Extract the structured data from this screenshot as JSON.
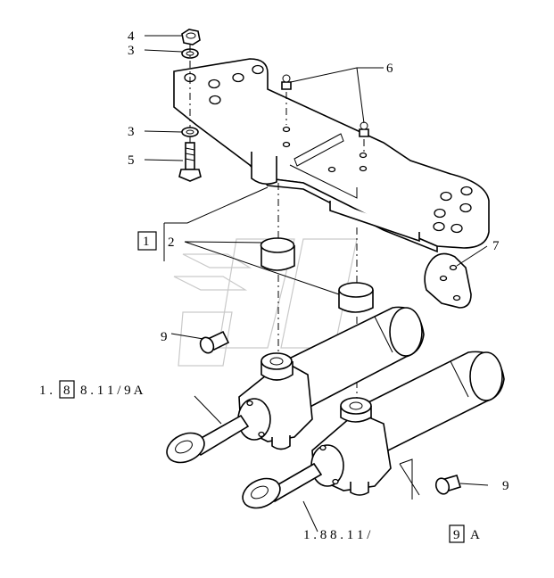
{
  "callouts": {
    "c4": "4",
    "c3_top": "3",
    "c3_mid": "3",
    "c5": "5",
    "c6": "6",
    "c7": "7",
    "c1": "1",
    "c2": "2",
    "c9_left": "9",
    "c9_right": "9"
  },
  "references": {
    "left": {
      "prefix": "1 . ",
      "boxed": "8",
      "suffix": "8 . 1 1 /  9 A"
    },
    "right": {
      "prefix": "1 . 8 8 . 1 1 /  ",
      "boxed": "9",
      "suffix": "A"
    }
  }
}
